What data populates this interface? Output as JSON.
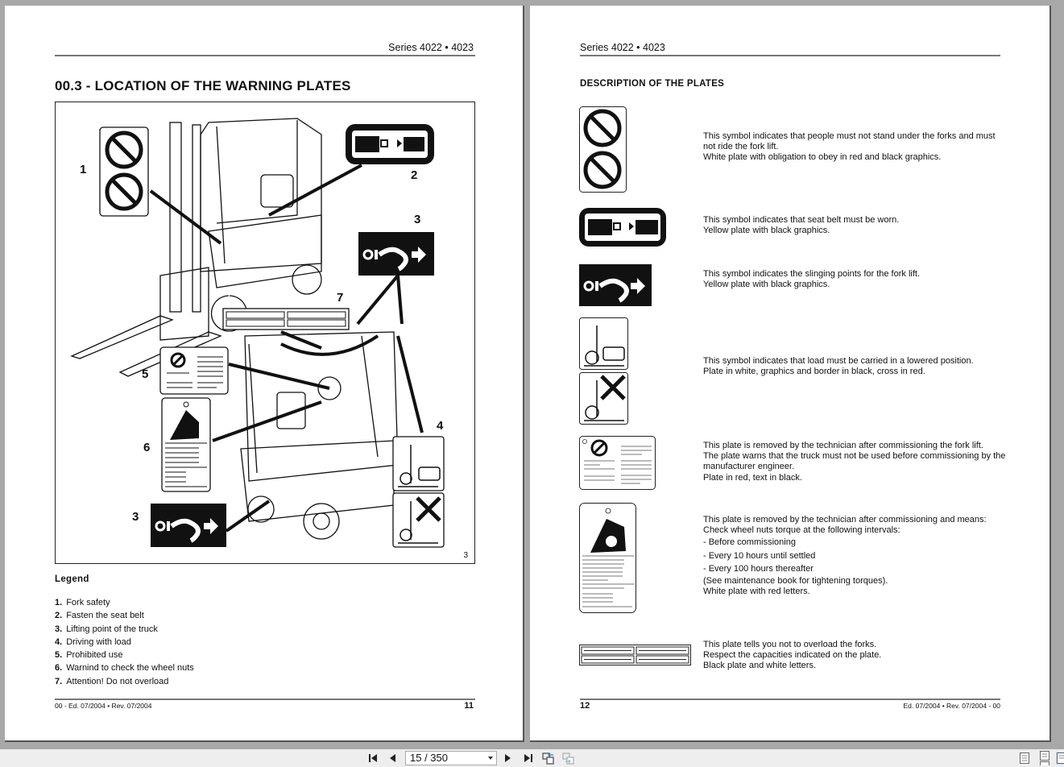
{
  "left_page": {
    "header": "Series 4022 • 4023",
    "title": "00.3 - LOCATION OF THE WARNING PLATES",
    "figure_number": "3",
    "callouts": [
      "1",
      "2",
      "3",
      "7",
      "5",
      "6",
      "4",
      "3"
    ],
    "legend_title": "Legend",
    "legend": [
      {
        "num": "1.",
        "text": "Fork safety"
      },
      {
        "num": "2.",
        "text": "Fasten the seat belt"
      },
      {
        "num": "3.",
        "text": "Lifting point of the truck"
      },
      {
        "num": "4.",
        "text": "Driving with load"
      },
      {
        "num": "5.",
        "text": "Prohibited use"
      },
      {
        "num": "6.",
        "text": "Warnind to check the wheel nuts"
      },
      {
        "num": "7.",
        "text": "Attention! Do not overload"
      }
    ],
    "footer_left": "00 - Ed. 07/2004 • Rev. 07/2004",
    "page_number": "11"
  },
  "right_page": {
    "header": "Series 4022 • 4023",
    "title": "DESCRIPTION OF THE PLATES",
    "plates": [
      {
        "icon": "no-standing-under-forks-icon",
        "lines": [
          "This symbol indicates that people must not stand under the forks and must not ride the fork lift.",
          "White plate with obligation to obey in red and black graphics."
        ]
      },
      {
        "icon": "seat-belt-icon",
        "lines": [
          "This symbol indicates that seat belt must be worn.",
          "Yellow plate with black graphics."
        ]
      },
      {
        "icon": "slinging-point-icon",
        "lines": [
          "This symbol indicates the slinging points for the fork lift.",
          "Yellow plate with black graphics."
        ]
      },
      {
        "icon": "lowered-load-icon",
        "lines": [
          "This symbol indicates that load must be carried in a lowered position.",
          "Plate in white, graphics and border in black, cross in red."
        ]
      },
      {
        "icon": "prohibited-use-plate-icon",
        "lines": [
          "This plate is removed by the technician after commissioning the fork lift.",
          "The plate warns that the truck must not be used before commissioning by the manufacturer engineer.",
          "Plate in red, text in black."
        ]
      },
      {
        "icon": "wheel-nuts-tag-icon",
        "lines": [
          "This plate is removed by the technician after commissioning and means:",
          "Check wheel nuts torque at the following intervals:"
        ],
        "bullets": [
          "- Before commissioning",
          "- Every 10 hours until settled",
          "- Every 100 hours thereafter"
        ],
        "after": [
          "(See maintenance book for tightening torques).",
          "White plate with red letters."
        ]
      },
      {
        "icon": "capacity-plate-icon",
        "lines": [
          "This plate tells you not to overload the forks.",
          "Respect the capacities indicated on the plate.",
          "Black plate and white letters."
        ]
      }
    ],
    "page_number": "12",
    "footer_right": "Ed. 07/2004 • Rev. 07/2004 - 00"
  },
  "toolbar": {
    "page_indicator": "15 / 350",
    "buttons": [
      "first-page",
      "previous-page",
      "next-page",
      "last-page",
      "previous-view",
      "next-view",
      "single-page-view",
      "continuous-view",
      "facing-view"
    ]
  }
}
